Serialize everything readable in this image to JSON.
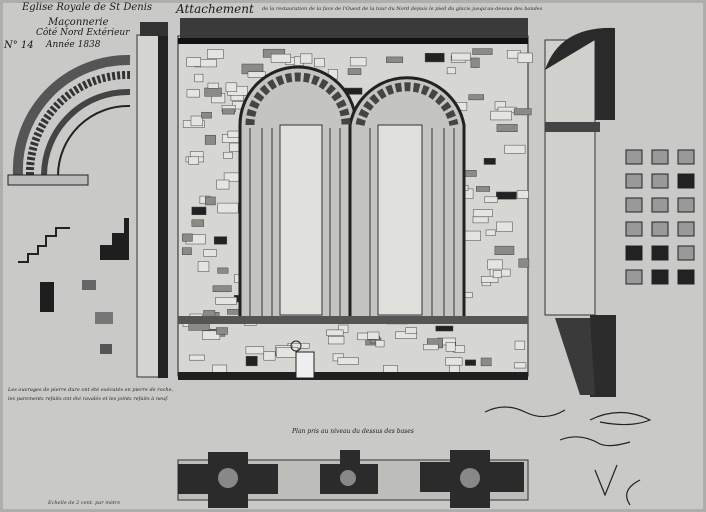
{
  "header": {
    "church": "Eglise Royale de St Denis",
    "work": "Maçonnerie",
    "side": "Côté Nord Extérieur",
    "year": "Année 1838",
    "sheet_number": "N° 14"
  },
  "title": {
    "main": "Attachement",
    "subtitle": "de la restauration de la face de l'Ouest de la tour du Nord depuis le pied du glacis jusqu'au-dessus des bandes"
  },
  "plan_caption": "Plan pris au niveau du dessus des bases",
  "notes": "Les ouvrages de pierre dure ont été exécutés en pierre de roche, les parements refaits ont été ravalés et les joints refaits à neuf.",
  "scale_note": "Echelle de 2 cent. par mètre",
  "colors": {
    "paper": "#c9c9c7",
    "ink": "#1a1a1a",
    "stone": "#d9d9d6",
    "dark": "#2a2a2a"
  }
}
